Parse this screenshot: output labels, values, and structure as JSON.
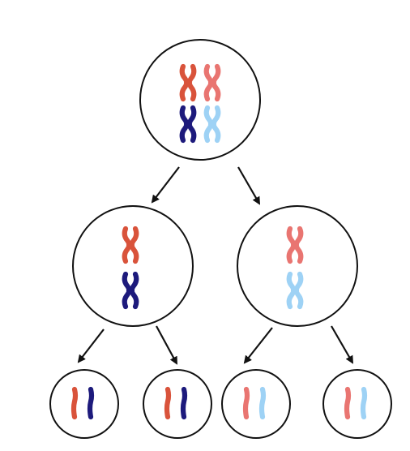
{
  "colors": {
    "background": "#ffffff",
    "outline": "#111111",
    "arrow": "#111111",
    "red_dark": "#d9533b",
    "red_light": "#e97571",
    "navy": "#1d1a7c",
    "light_blue": "#9ed2f5"
  },
  "stages": {
    "parent": {
      "name": "parent-cell",
      "chromosomes": [
        {
          "name": "chromosome-red-dark",
          "shape": "x",
          "color_key": "red_dark"
        },
        {
          "name": "chromosome-red-light",
          "shape": "x",
          "color_key": "red_light"
        },
        {
          "name": "chromosome-navy",
          "shape": "x",
          "color_key": "navy"
        },
        {
          "name": "chromosome-light-blue",
          "shape": "x",
          "color_key": "light_blue"
        }
      ]
    },
    "meiosis_i": [
      {
        "name": "daughter-cell-left",
        "chromosomes": [
          {
            "name": "chromosome-red-dark",
            "shape": "x",
            "color_key": "red_dark"
          },
          {
            "name": "chromosome-navy",
            "shape": "x",
            "color_key": "navy"
          }
        ]
      },
      {
        "name": "daughter-cell-right",
        "chromosomes": [
          {
            "name": "chromosome-red-light",
            "shape": "x",
            "color_key": "red_light"
          },
          {
            "name": "chromosome-light-blue",
            "shape": "x",
            "color_key": "light_blue"
          }
        ]
      }
    ],
    "meiosis_ii": [
      {
        "name": "gamete-1",
        "chromosomes": [
          {
            "name": "chromatid-red-dark",
            "shape": "i",
            "color_key": "red_dark"
          },
          {
            "name": "chromatid-navy",
            "shape": "i",
            "color_key": "navy"
          }
        ]
      },
      {
        "name": "gamete-2",
        "chromosomes": [
          {
            "name": "chromatid-red-dark",
            "shape": "i",
            "color_key": "red_dark"
          },
          {
            "name": "chromatid-navy",
            "shape": "i",
            "color_key": "navy"
          }
        ]
      },
      {
        "name": "gamete-3",
        "chromosomes": [
          {
            "name": "chromatid-red-light",
            "shape": "i",
            "color_key": "red_light"
          },
          {
            "name": "chromatid-light-blue",
            "shape": "i",
            "color_key": "light_blue"
          }
        ]
      },
      {
        "name": "gamete-4",
        "chromosomes": [
          {
            "name": "chromatid-red-light",
            "shape": "i",
            "color_key": "red_light"
          },
          {
            "name": "chromatid-light-blue",
            "shape": "i",
            "color_key": "light_blue"
          }
        ]
      }
    ]
  }
}
